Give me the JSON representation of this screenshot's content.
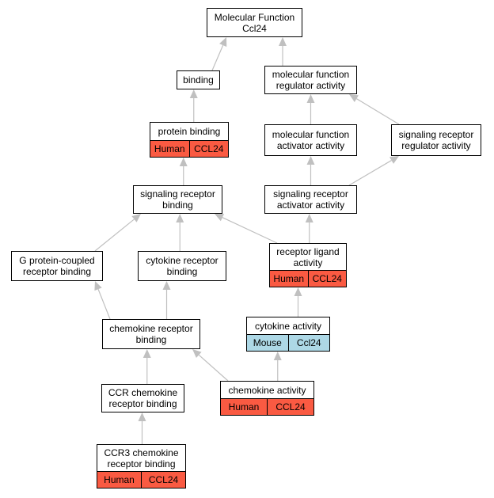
{
  "colors": {
    "human": "#fa5a42",
    "mouse": "#add8e6",
    "edge": "#c0c0c0"
  },
  "nodes": {
    "mf_ccl24": {
      "title": "Molecular Function\nCcl24",
      "tags": []
    },
    "binding": {
      "title": "binding",
      "tags": []
    },
    "mf_regulator": {
      "title": "molecular function\nregulator activity",
      "tags": []
    },
    "protein_binding": {
      "title": "protein binding",
      "tags": [
        {
          "label": "Human",
          "species": "human"
        },
        {
          "label": "CCL24",
          "species": "human"
        }
      ]
    },
    "mf_activator": {
      "title": "molecular function\nactivator activity",
      "tags": []
    },
    "sig_rec_regulator": {
      "title": "signaling receptor\nregulator activity",
      "tags": []
    },
    "sig_rec_binding": {
      "title": "signaling receptor\nbinding",
      "tags": []
    },
    "sig_rec_activator": {
      "title": "signaling receptor\nactivator activity",
      "tags": []
    },
    "gpcr_binding": {
      "title": "G protein-coupled\nreceptor binding",
      "tags": []
    },
    "cytokine_rec_binding": {
      "title": "cytokine receptor\nbinding",
      "tags": []
    },
    "rec_ligand": {
      "title": "receptor ligand\nactivity",
      "tags": [
        {
          "label": "Human",
          "species": "human"
        },
        {
          "label": "CCL24",
          "species": "human"
        }
      ]
    },
    "chemokine_rec_binding": {
      "title": "chemokine receptor\nbinding",
      "tags": []
    },
    "cytokine_activity": {
      "title": "cytokine activity",
      "tags": [
        {
          "label": "Mouse",
          "species": "mouse"
        },
        {
          "label": "Ccl24",
          "species": "mouse"
        }
      ]
    },
    "ccr_binding": {
      "title": "CCR chemokine\nreceptor binding",
      "tags": []
    },
    "chemokine_activity": {
      "title": "chemokine activity",
      "tags": [
        {
          "label": "Human",
          "species": "human"
        },
        {
          "label": "CCL24",
          "species": "human"
        }
      ]
    },
    "ccr3_binding": {
      "title": "CCR3 chemokine\nreceptor binding",
      "tags": [
        {
          "label": "Human",
          "species": "human"
        },
        {
          "label": "CCL24",
          "species": "human"
        }
      ]
    }
  },
  "edges": [
    [
      "binding",
      "mf_ccl24"
    ],
    [
      "mf_regulator",
      "mf_ccl24"
    ],
    [
      "protein_binding",
      "binding"
    ],
    [
      "mf_activator",
      "mf_regulator"
    ],
    [
      "sig_rec_regulator",
      "mf_regulator"
    ],
    [
      "sig_rec_binding",
      "protein_binding"
    ],
    [
      "sig_rec_activator",
      "mf_activator"
    ],
    [
      "sig_rec_activator",
      "sig_rec_regulator"
    ],
    [
      "gpcr_binding",
      "sig_rec_binding"
    ],
    [
      "cytokine_rec_binding",
      "sig_rec_binding"
    ],
    [
      "rec_ligand",
      "sig_rec_binding"
    ],
    [
      "rec_ligand",
      "sig_rec_activator"
    ],
    [
      "chemokine_rec_binding",
      "gpcr_binding"
    ],
    [
      "chemokine_rec_binding",
      "cytokine_rec_binding"
    ],
    [
      "cytokine_activity",
      "rec_ligand"
    ],
    [
      "ccr_binding",
      "chemokine_rec_binding"
    ],
    [
      "chemokine_activity",
      "chemokine_rec_binding"
    ],
    [
      "chemokine_activity",
      "cytokine_activity"
    ],
    [
      "ccr3_binding",
      "ccr_binding"
    ]
  ]
}
